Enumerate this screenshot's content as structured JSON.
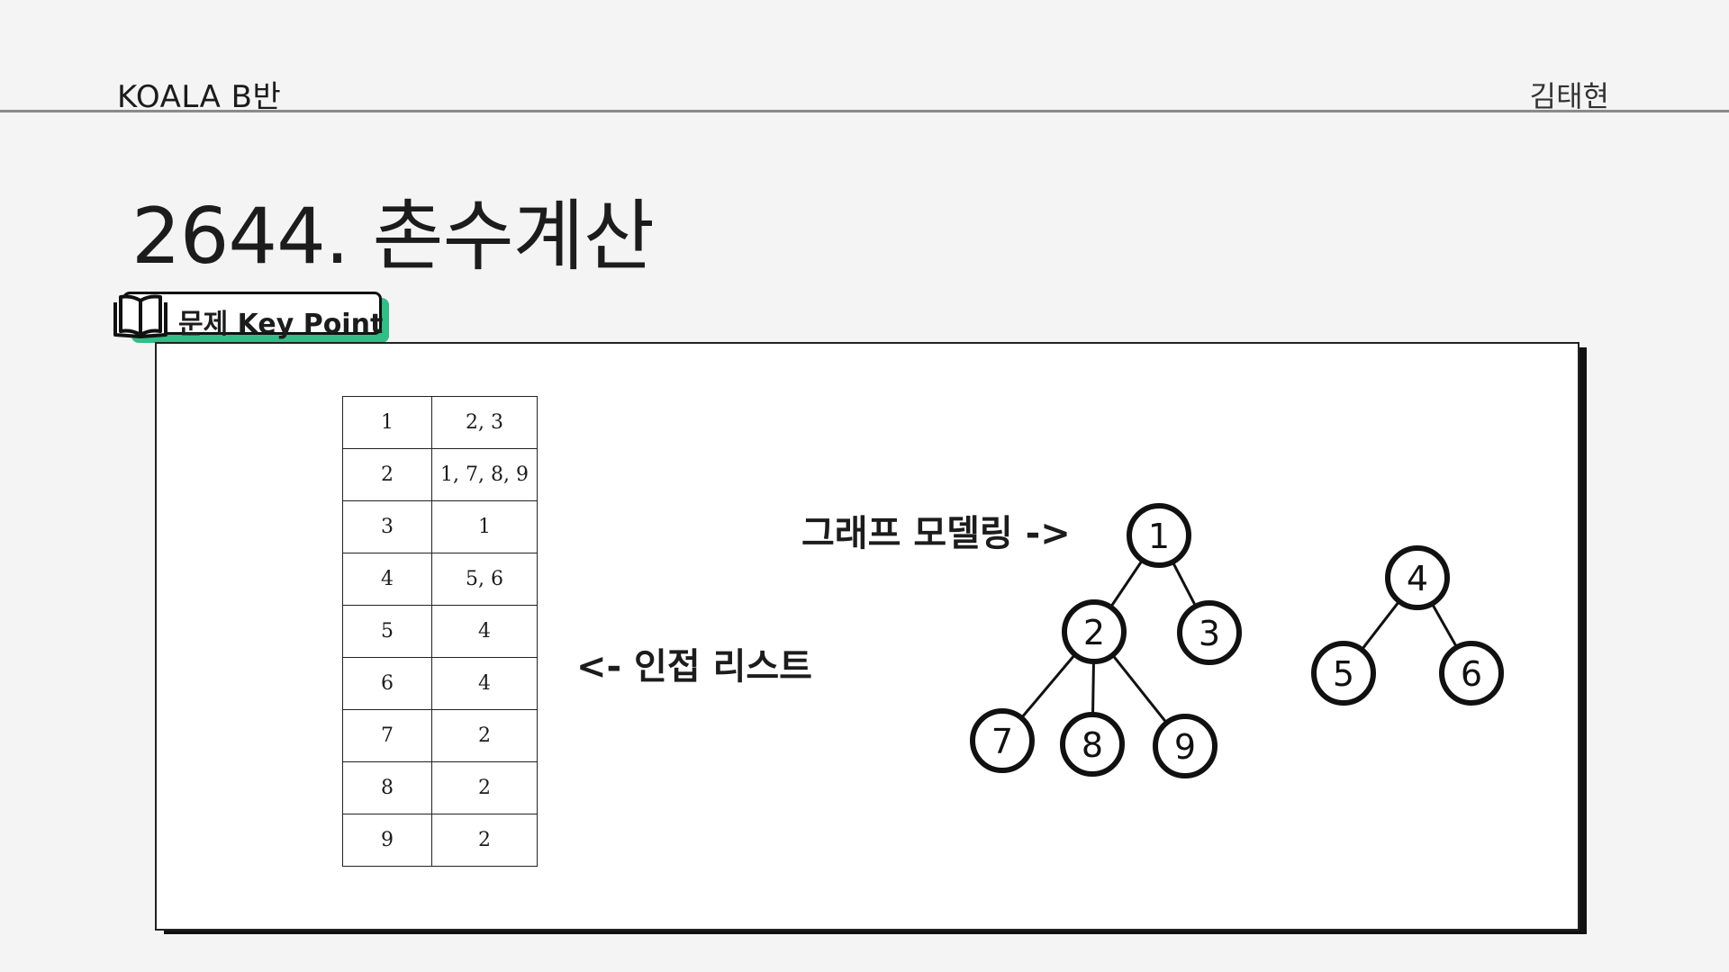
{
  "header": {
    "left": "KOALA B반",
    "right": "김태현"
  },
  "title": "2644. 촌수계산",
  "badge": {
    "label": "문제 Key Point",
    "icon": "book-icon"
  },
  "adjacency": [
    {
      "key": "1",
      "value": "2, 3"
    },
    {
      "key": "2",
      "value": "1, 7, 8, 9"
    },
    {
      "key": "3",
      "value": "1"
    },
    {
      "key": "4",
      "value": "5, 6"
    },
    {
      "key": "5",
      "value": "4"
    },
    {
      "key": "6",
      "value": "4"
    },
    {
      "key": "7",
      "value": "2"
    },
    {
      "key": "8",
      "value": "2"
    },
    {
      "key": "9",
      "value": "2"
    }
  ],
  "labels": {
    "adjacency": "<- 인접 리스트",
    "graph": "그래프 모델링 ->"
  },
  "graph": {
    "nodes": [
      "1",
      "2",
      "3",
      "4",
      "5",
      "6",
      "7",
      "8",
      "9"
    ],
    "edges": [
      [
        "1",
        "2"
      ],
      [
        "1",
        "3"
      ],
      [
        "2",
        "7"
      ],
      [
        "2",
        "8"
      ],
      [
        "2",
        "9"
      ],
      [
        "4",
        "5"
      ],
      [
        "4",
        "6"
      ]
    ]
  },
  "colors": {
    "accent": "#2fbf86",
    "background": "#f4f4f4"
  }
}
